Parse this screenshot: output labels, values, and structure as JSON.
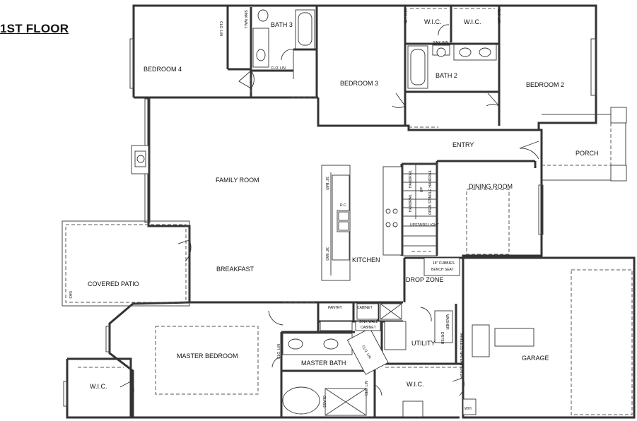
{
  "floor_title": "1ST FLOOR",
  "rooms": {
    "bedroom4": "BEDROOM 4",
    "bath3": "BATH 3",
    "bedroom3": "BEDROOM 3",
    "bath2": "BATH 2",
    "bedroom2": "BEDROOM 2",
    "wic_top_left": "W.I.C.",
    "wic_top_right": "W.I.C.",
    "entry": "ENTRY",
    "porch": "PORCH",
    "family_room": "FAMILY ROOM",
    "dining_room": "DINING ROOM",
    "kitchen": "KITCHEN",
    "breakfast": "BREAKFAST",
    "covered_patio": "COVERED PATIO",
    "drop_zone": "DROP ZONE",
    "pantry": "PANTRY",
    "utility": "UTILITY",
    "master_bedroom": "MASTER BEDROOM",
    "master_bath": "MASTER BATH",
    "wic_master": "W.I.C.",
    "wic_bottom_left": "W.I.C.",
    "garage": "GARAGE"
  },
  "notes": {
    "clo_lin_1": "CLO. LIN",
    "clo_lin_2": "CLO. LIN",
    "clo_lin_3": "CLO. LIN",
    "clo_lin_4": "CLO. LIN",
    "clo_lin_5": "CLO. LIN",
    "clo_lin_6": "CLO. LIN",
    "clo_lin_7": "CLO. LIN",
    "sink_wall_1": "SINK WALL",
    "sink_wall_2": "SINK WALL",
    "sink_wall_3": "SINK WALL",
    "bar_1": "36\" BAR",
    "bar_2": "36\" BAR",
    "rc": "R.C.",
    "handrail_1": "HANDRAIL",
    "handrail_2": "HANDRAIL",
    "up": "UP",
    "open_spindle": "OPEN SPINDLE HANDRAIL",
    "upstairs_light": "UPSTAIRS LIGHT",
    "cubbies": "18\" CUBBIES",
    "bench_seat": "BENCH SEAT",
    "cabinet_1": "CABINET",
    "cabinet_2": "CABINET",
    "washer": "WASHER",
    "dryer": "DRYER",
    "tankless": "TANKLESS WATER HEATER",
    "gas": "GAS",
    "glass": "GLASS",
    "wh": "W/H"
  }
}
